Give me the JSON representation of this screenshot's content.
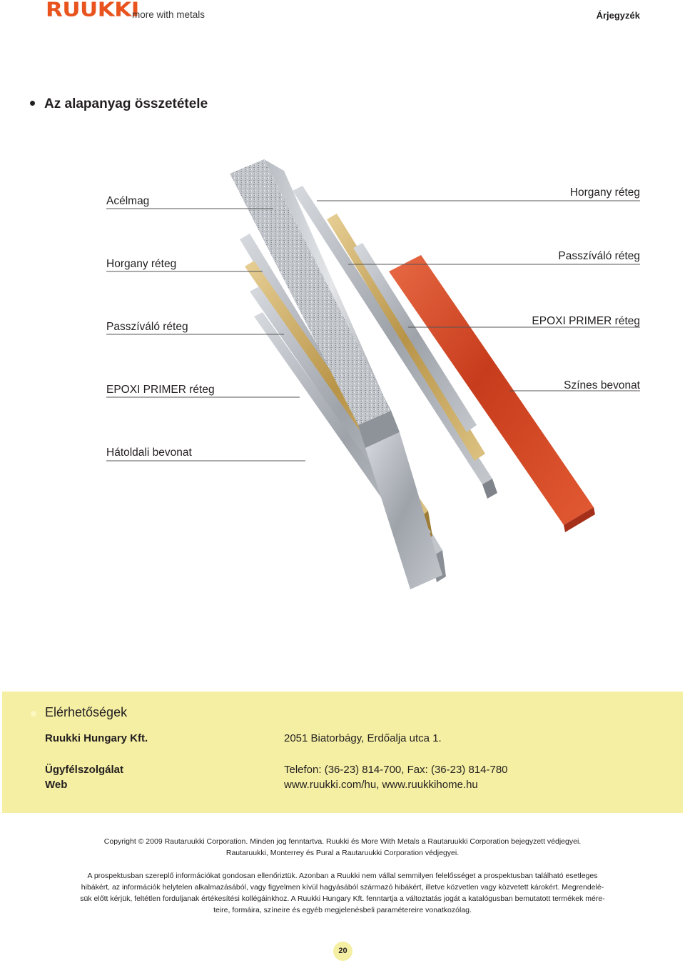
{
  "header": {
    "logo_text": "RUUKKI",
    "tagline": "more with metals",
    "section": "Árjegyzék"
  },
  "section_title": "Az alapanyag összetétele",
  "layer_labels": {
    "left": [
      "Acélmag",
      "Horgany réteg",
      "Passzíváló réteg",
      "EPOXI PRIMER réteg",
      "Hátoldali bevonat"
    ],
    "right": [
      "Horgany réteg",
      "Passzíváló réteg",
      "EPOXI PRIMER réteg",
      "Színes bevonat"
    ]
  },
  "contact": {
    "title": "Elérhetőségek",
    "rows": [
      {
        "key": "Ruukki Hungary Kft.",
        "value": "2051 Biatorbágy, Erdőalja utca 1."
      },
      {
        "key": "Ügyfélszolgálat",
        "value": "Telefon: (36-23) 814-700, Fax: (36-23) 814-780"
      },
      {
        "key": "Web",
        "value": "www.ruukki.com/hu, www.ruukkihome.hu"
      }
    ]
  },
  "copyright": {
    "line1": "Copyright © 2009 Rautaruukki Corporation. Minden jog fenntartva. Ruukki és More With Metals a Rautaruukki Corporation bejegyzett védjegyei.",
    "line2": "Rautaruukki, Monterrey és Pural a Rautaruukki Corporation védjegyei."
  },
  "disclaimer": [
    "A prospektusban szereplő információkat gondosan ellenőriztük. Azonban a Ruukki nem vállal semmilyen felelősséget a prospektusban található esetleges",
    "hibákért, az információk helytelen alkalmazásából, vagy figyelmen kívül hagyásából származó hibákért, illetve közvetlen vagy közvetett károkért. Megrendelé-",
    "sük előtt kérjük, feltétlen forduljanak értékesítési kollégáinkhoz. A Ruukki Hungary Kft. fenntartja a változtatás jogát a katalógusban bemutatott termékek mére-",
    "teire, formáira, színeire és egyéb megjelenésbeli paramétereire vonatkozólag."
  ],
  "page_number": "20",
  "colors": {
    "brand": "#e8531e",
    "contact_bg": "#f5efa3",
    "coating_red": "#d94a25",
    "primer_gold": "#c9a860",
    "steel_gray": "#a9adb3"
  }
}
